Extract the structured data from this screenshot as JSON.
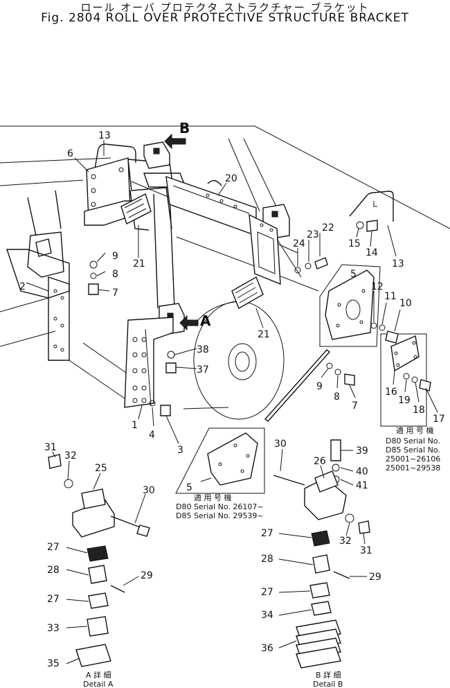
{
  "title_jp": "ロール オーバ プロテクタ ストラクチャー ブラケット",
  "title_en": "Fig. 2804 ROLL OVER PROTECTIVE STRUCTURE BRACKET",
  "view_labels": {
    "a": "A",
    "b": "B"
  },
  "callouts": [
    {
      "id": "c13a",
      "text": "13"
    },
    {
      "id": "c6",
      "text": "6"
    },
    {
      "id": "c20",
      "text": "20"
    },
    {
      "id": "c22",
      "text": "22"
    },
    {
      "id": "c23",
      "text": "23"
    },
    {
      "id": "c24",
      "text": "24"
    },
    {
      "id": "c15",
      "text": "15"
    },
    {
      "id": "c14",
      "text": "14"
    },
    {
      "id": "c13b",
      "text": "13"
    },
    {
      "id": "c21a",
      "text": "21"
    },
    {
      "id": "c9a",
      "text": "9"
    },
    {
      "id": "c8a",
      "text": "8"
    },
    {
      "id": "c7a",
      "text": "7"
    },
    {
      "id": "c2",
      "text": "2"
    },
    {
      "id": "c5a",
      "text": "5"
    },
    {
      "id": "c12",
      "text": "12"
    },
    {
      "id": "c11",
      "text": "11"
    },
    {
      "id": "c10",
      "text": "10"
    },
    {
      "id": "c21b",
      "text": "21"
    },
    {
      "id": "c38",
      "text": "38"
    },
    {
      "id": "c37",
      "text": "37"
    },
    {
      "id": "c9b",
      "text": "9"
    },
    {
      "id": "c8b",
      "text": "8"
    },
    {
      "id": "c7b",
      "text": "7"
    },
    {
      "id": "c16",
      "text": "16"
    },
    {
      "id": "c19",
      "text": "19"
    },
    {
      "id": "c18",
      "text": "18"
    },
    {
      "id": "c17",
      "text": "17"
    },
    {
      "id": "c1",
      "text": "1"
    },
    {
      "id": "c4",
      "text": "4"
    },
    {
      "id": "c3",
      "text": "3"
    },
    {
      "id": "c31a",
      "text": "31"
    },
    {
      "id": "c32a",
      "text": "32"
    },
    {
      "id": "c25",
      "text": "25"
    },
    {
      "id": "c30a",
      "text": "30"
    },
    {
      "id": "c5b",
      "text": "5"
    },
    {
      "id": "c30b",
      "text": "30"
    },
    {
      "id": "c39",
      "text": "39"
    },
    {
      "id": "c26",
      "text": "26"
    },
    {
      "id": "c40",
      "text": "40"
    },
    {
      "id": "c41",
      "text": "41"
    },
    {
      "id": "c27a",
      "text": "27"
    },
    {
      "id": "c28a",
      "text": "28"
    },
    {
      "id": "c29a",
      "text": "29"
    },
    {
      "id": "c27b",
      "text": "27"
    },
    {
      "id": "c33",
      "text": "33"
    },
    {
      "id": "c35",
      "text": "35"
    },
    {
      "id": "c27c",
      "text": "27"
    },
    {
      "id": "c32b",
      "text": "32"
    },
    {
      "id": "c31b",
      "text": "31"
    },
    {
      "id": "c28b",
      "text": "28"
    },
    {
      "id": "c29b",
      "text": "29"
    },
    {
      "id": "c27d",
      "text": "27"
    },
    {
      "id": "c34",
      "text": "34"
    },
    {
      "id": "c36",
      "text": "36"
    }
  ],
  "serial_box_right": {
    "jp": "適 用 号 機",
    "lines": [
      "D80 Serial No.",
      "D85 Serial No.",
      "25001~26106",
      "25001~29538"
    ]
  },
  "serial_box_mid": {
    "jp": "適 用 号 機",
    "lines": [
      "D80 Serial No. 26107~",
      "D85 Serial No. 29539~"
    ]
  },
  "detail_a": {
    "jp": "A 詳 細",
    "en": "Detail A"
  },
  "detail_b": {
    "jp": "B 詳 細",
    "en": "Detail B"
  }
}
